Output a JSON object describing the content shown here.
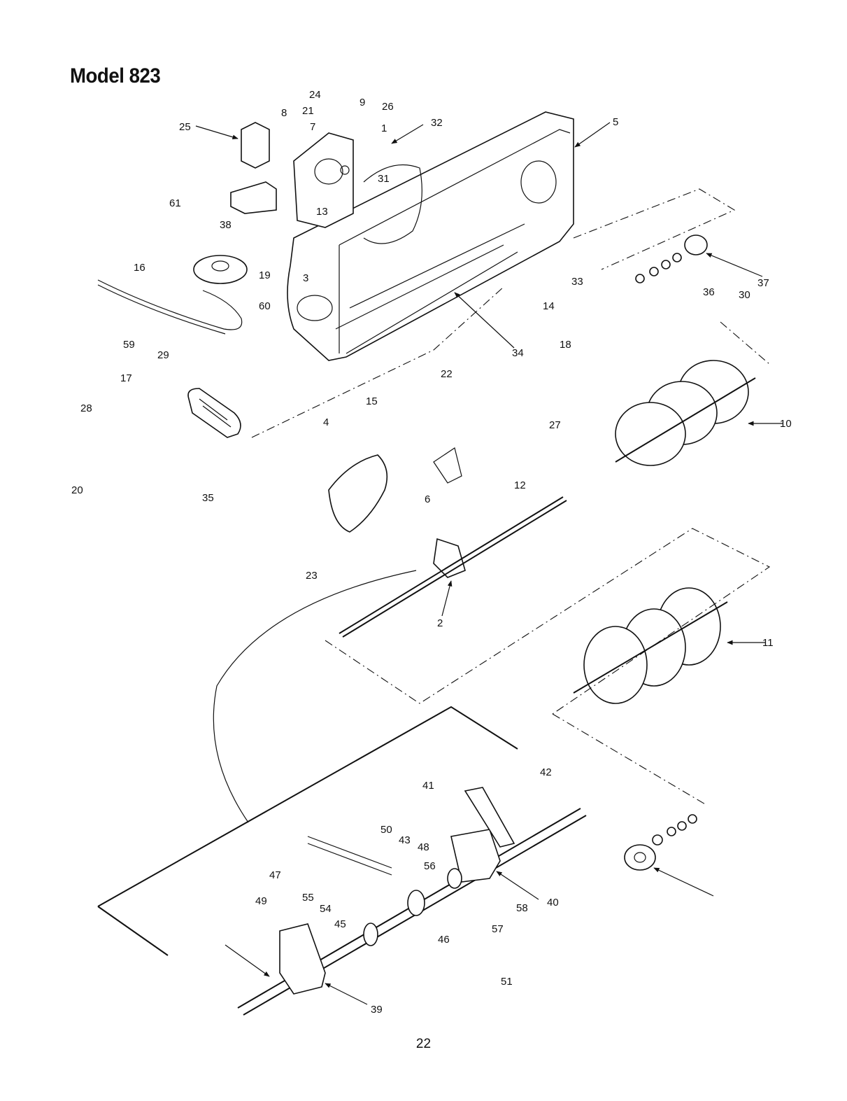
{
  "title": "Model 823",
  "page_number": "22",
  "callouts": [
    "1",
    "2",
    "3",
    "4",
    "5",
    "6",
    "7",
    "8",
    "9",
    "10",
    "11",
    "12",
    "13",
    "14",
    "15",
    "16",
    "17",
    "18",
    "19",
    "20",
    "21",
    "22",
    "23",
    "24",
    "25",
    "26",
    "27",
    "28",
    "29",
    "30",
    "31",
    "32",
    "33",
    "34",
    "35",
    "36",
    "37",
    "38",
    "39",
    "40",
    "41",
    "42",
    "43",
    "45",
    "46",
    "47",
    "48",
    "49",
    "50",
    "51",
    "54",
    "55",
    "56",
    "57",
    "58",
    "59",
    "60",
    "61"
  ]
}
